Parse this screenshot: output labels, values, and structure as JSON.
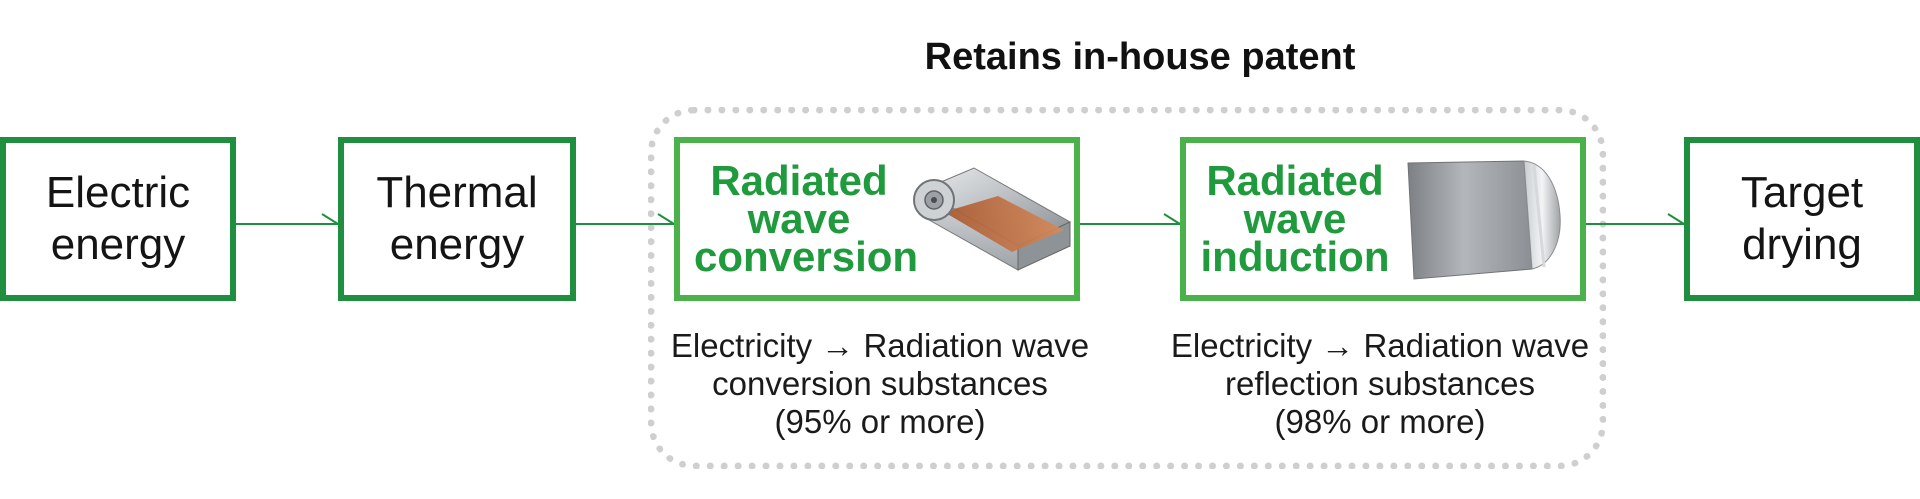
{
  "group_title": "Retains in-house patent",
  "boxes": {
    "electric": "Electric\nenergy",
    "thermal": "Thermal\nenergy",
    "conversion": "Radiated\nwave\nconversion",
    "induction": "Radiated\nwave\ninduction",
    "target": "Target\ndrying"
  },
  "captions": {
    "conversion": {
      "line1": "Electricity → Radiation wave",
      "line2": "conversion substances",
      "line3": "(95% or more)"
    },
    "induction": {
      "line1": "Electricity → Radiation wave",
      "line2": "reflection substances",
      "line3": "(98% or more)"
    }
  },
  "colors": {
    "box_border": "#1f8f3f",
    "box_border_light": "#4bb14b",
    "accent_text": "#1f9a3c",
    "dotted_border": "#cfcfcf"
  },
  "icons": {
    "conversion_image": "radiant-heater-icon",
    "induction_image": "reflective-film-roll-icon"
  }
}
